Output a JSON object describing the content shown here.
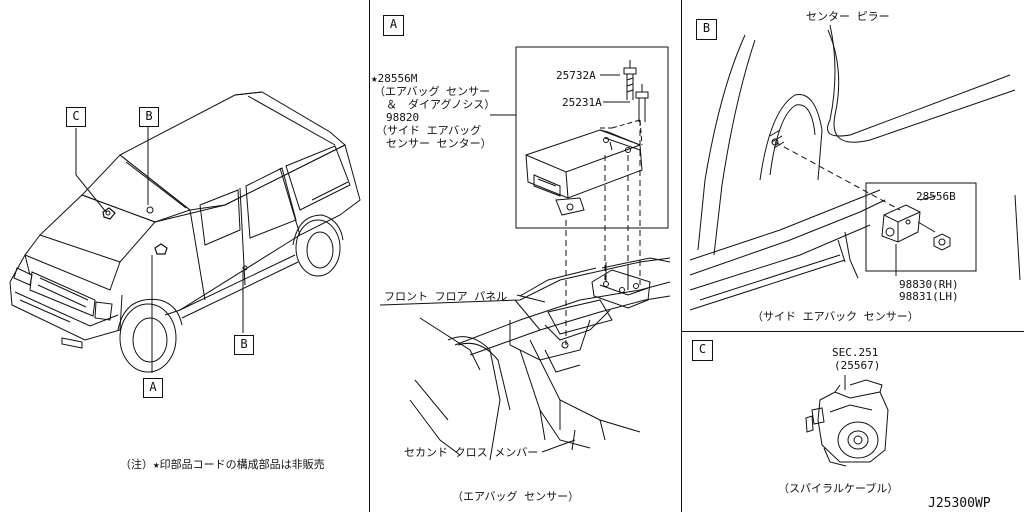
{
  "panel_labels": {
    "a": "A",
    "b": "B",
    "c": "C"
  },
  "vehicle_callouts": {
    "c": "C",
    "b_top": "B",
    "b_side": "B",
    "a": "A"
  },
  "panel_a": {
    "part_main": "★28556M",
    "part_main_desc_1": "（エアバッグ センサー",
    "part_main_desc_2": "＆　ダイアグノシス）",
    "part_alt": "98820",
    "part_alt_desc_1": "（サイド エアバッグ",
    "part_alt_desc_2": "センサー センター）",
    "bolt_1": "25732A",
    "bolt_2": "25231A",
    "front_floor_panel": "フロント フロア パネル",
    "second_cross_member": "セカンド クロス メンバー",
    "caption": "（エアバッグ センサー）"
  },
  "panel_b": {
    "center_pillar": "センター ピラー",
    "part": "28556B",
    "part_rh": "98830(RH)",
    "part_lh": "98831(LH)",
    "caption": "（サイド エアバック センサー）"
  },
  "panel_c": {
    "sec": "SEC.251",
    "sec_ref": "(25567)",
    "caption": "（スパイラルケーブル）"
  },
  "footnote": "（注）★印部品コードの構成部品は非販売",
  "diagram_code": "J25300WP"
}
